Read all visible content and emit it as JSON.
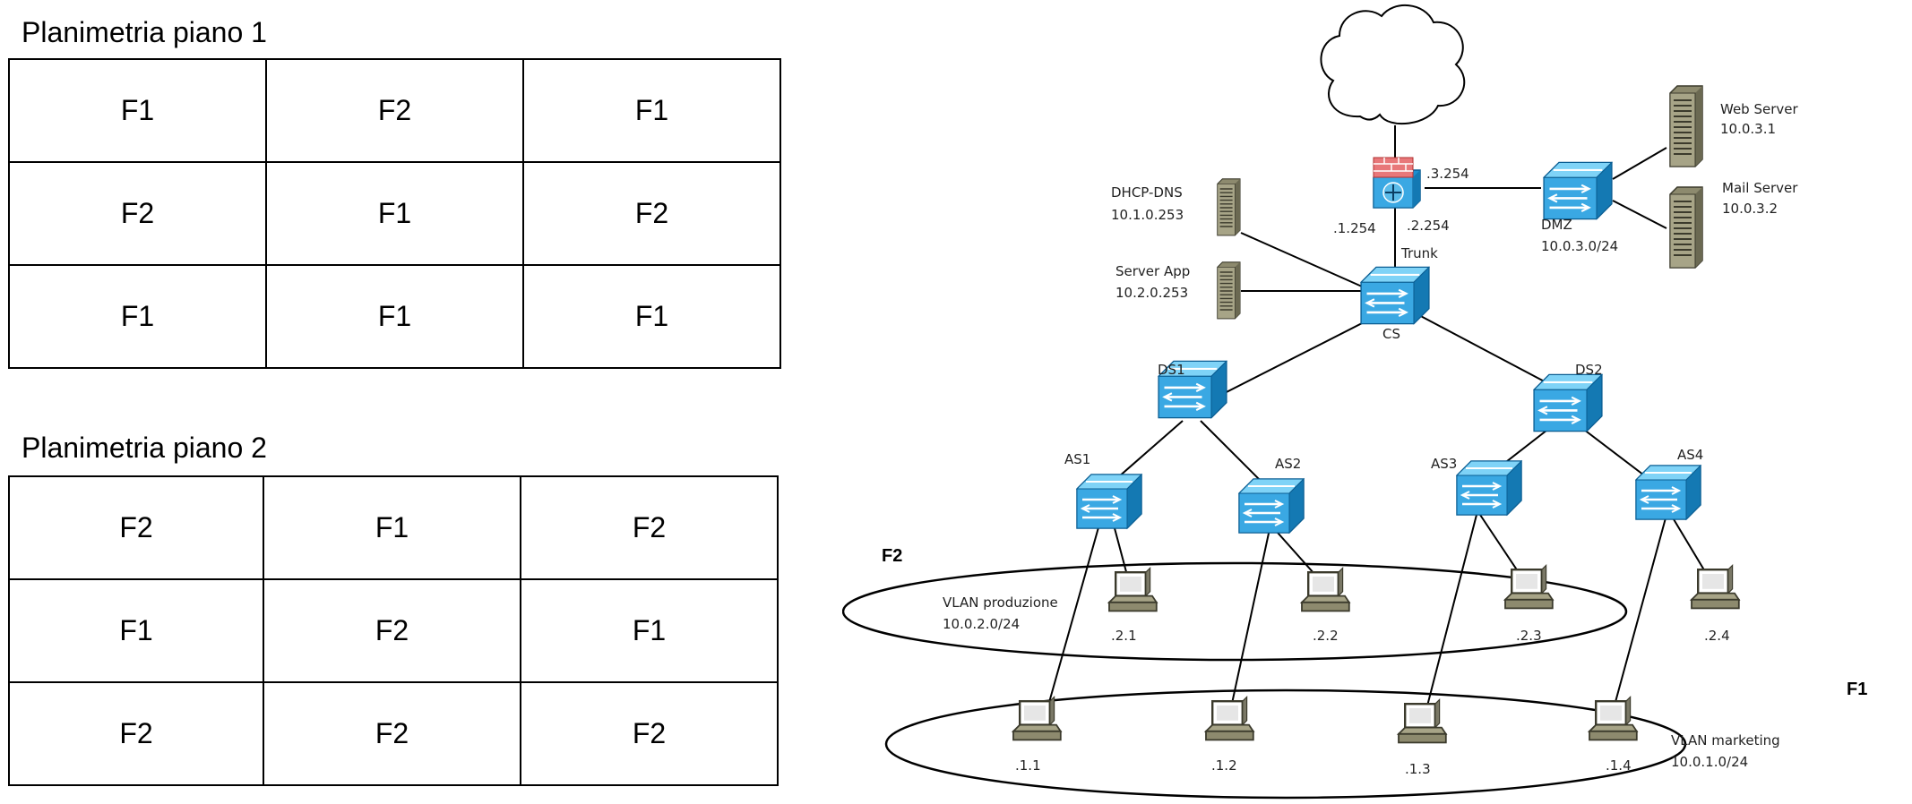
{
  "plan1": {
    "title": "Planimetria piano 1",
    "rows": [
      [
        "F1",
        "F2",
        "F1"
      ],
      [
        "F2",
        "F1",
        "F2"
      ],
      [
        "F1",
        "F1",
        "F1"
      ]
    ]
  },
  "plan2": {
    "title": "Planimetria piano 2",
    "rows": [
      [
        "F2",
        "F1",
        "F2"
      ],
      [
        "F1",
        "F2",
        "F1"
      ],
      [
        "F2",
        "F2",
        "F2"
      ]
    ]
  },
  "diagram": {
    "firewall_ports": {
      "dmz": ".3.254",
      "left": ".1.254",
      "trunk": ".2.254",
      "trunk_label": "Trunk"
    },
    "dhcp_dns": {
      "name": "DHCP-DNS",
      "ip": "10.1.0.253"
    },
    "server_app": {
      "name": "Server App",
      "ip": "10.2.0.253"
    },
    "web_server": {
      "name": "Web Server",
      "ip": "10.0.3.1"
    },
    "mail_server": {
      "name": "Mail Server",
      "ip": "10.0.3.2"
    },
    "dmz": {
      "name": "DMZ",
      "net": "10.0.3.0/24"
    },
    "core_switch": "CS",
    "ds1": "DS1",
    "ds2": "DS2",
    "as1": "AS1",
    "as2": "AS2",
    "as3": "AS3",
    "as4": "AS4",
    "floor_f2": "F2",
    "floor_f1": "F1",
    "vlan_produzione": {
      "name": "VLAN produzione",
      "net": "10.0.2.0/24"
    },
    "vlan_marketing": {
      "name": "VLAN marketing",
      "net": "10.0.1.0/24"
    },
    "hosts_produzione": [
      ".2.1",
      ".2.2",
      ".2.3",
      ".2.4"
    ],
    "hosts_marketing": [
      ".1.1",
      ".1.2",
      ".1.3",
      ".1.4"
    ]
  }
}
